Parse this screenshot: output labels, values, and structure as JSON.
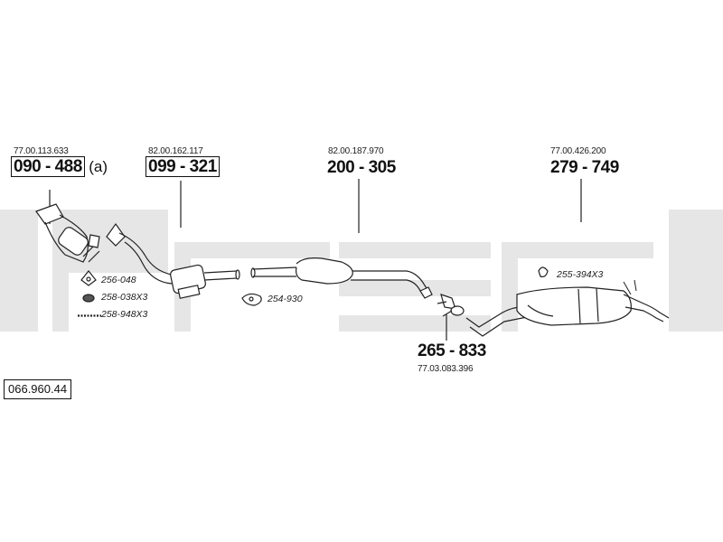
{
  "reference_number": "066.960.44",
  "parts": [
    {
      "oem": "77.00.113.633",
      "part_number": "090 - 488",
      "suffix": "(a)"
    },
    {
      "oem": "82.00.162.117",
      "part_number": "099 - 321"
    },
    {
      "oem": "82.00.187.970",
      "part_number": "200 - 305"
    },
    {
      "oem": "77.00.426.200",
      "part_number": "279 - 749"
    },
    {
      "oem": "77.03.083.396",
      "part_number": "265 - 833"
    }
  ],
  "accessories": [
    {
      "code": "256-048"
    },
    {
      "code": "258-038X3"
    },
    {
      "code": "258-948X3"
    },
    {
      "code": "254-930"
    },
    {
      "code": "255-394X3"
    }
  ]
}
